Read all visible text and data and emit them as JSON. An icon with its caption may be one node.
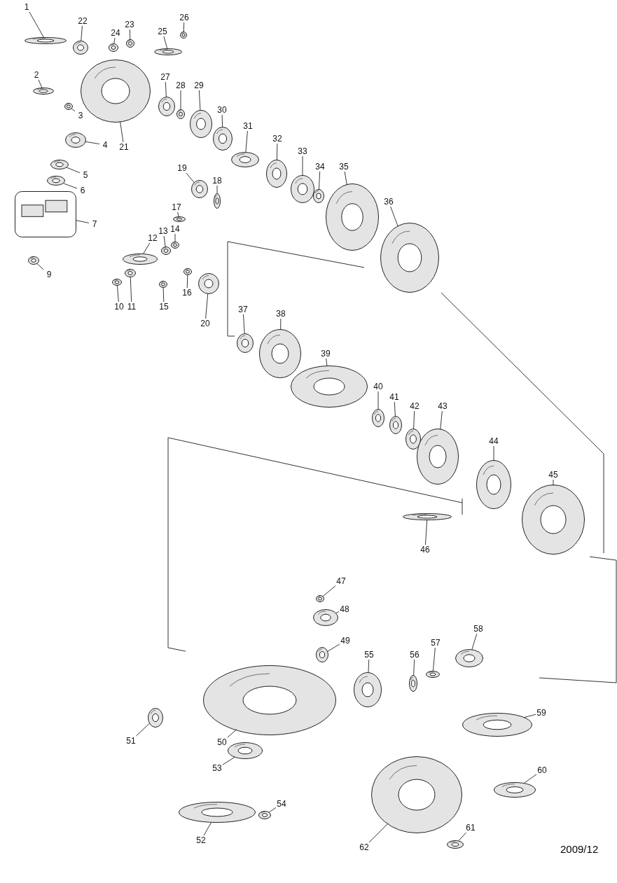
{
  "diagram": {
    "nodes": [
      {
        "text": [
          "1"
        ]
      },
      {
        "text": [],
        "shape": "picture"
      },
      {
        "text": [
          "2"
        ]
      },
      {
        "text": [],
        "shape": "picture"
      },
      {
        "text": [
          "3"
        ]
      },
      {
        "text": [],
        "shape": "picture"
      },
      {
        "text": [
          "4"
        ]
      },
      {
        "text": [],
        "shape": "picture"
      },
      {
        "text": [
          "5"
        ]
      },
      {
        "text": [],
        "shape": "picture"
      },
      {
        "text": [
          "6"
        ]
      },
      {
        "text": [],
        "shape": "picture"
      },
      {
        "text": [
          "7"
        ]
      },
      {
        "text": [],
        "shape": "box"
      },
      {
        "text": [
          "9"
        ]
      },
      {
        "text": [],
        "shape": "picture"
      },
      {
        "text": [
          "10"
        ]
      },
      {
        "text": [],
        "shape": "picture"
      },
      {
        "text": [
          "11"
        ]
      },
      {
        "text": [],
        "shape": "picture"
      },
      {
        "text": [
          "12"
        ]
      },
      {
        "text": [],
        "shape": "picture"
      },
      {
        "text": [
          "13"
        ]
      },
      {
        "text": [],
        "shape": "picture"
      },
      {
        "text": [
          "14"
        ]
      },
      {
        "text": [],
        "shape": "picture"
      },
      {
        "text": [
          "15"
        ]
      },
      {
        "text": [],
        "shape": "picture"
      },
      {
        "text": [
          "16"
        ]
      },
      {
        "text": [],
        "shape": "picture"
      },
      {
        "text": [
          "17"
        ]
      },
      {
        "text": [],
        "shape": "picture"
      },
      {
        "text": [
          "18"
        ]
      },
      {
        "text": [],
        "shape": "picture"
      },
      {
        "text": [
          "19"
        ]
      },
      {
        "text": [],
        "shape": "picture"
      },
      {
        "text": [
          "20"
        ]
      },
      {
        "text": [],
        "shape": "picture"
      },
      {
        "text": [
          "21"
        ]
      },
      {
        "text": [],
        "shape": "picture"
      },
      {
        "text": [
          "22"
        ]
      },
      {
        "text": [],
        "shape": "picture"
      },
      {
        "text": [
          "23"
        ]
      },
      {
        "text": [],
        "shape": "picture"
      },
      {
        "text": [
          "24"
        ]
      },
      {
        "text": [],
        "shape": "picture"
      },
      {
        "text": [
          "25"
        ]
      },
      {
        "text": [],
        "shape": "picture"
      },
      {
        "text": [
          "26"
        ]
      },
      {
        "text": [],
        "shape": "picture"
      },
      {
        "text": [
          "27"
        ]
      },
      {
        "text": [],
        "shape": "picture"
      },
      {
        "text": [
          "28"
        ]
      },
      {
        "text": [],
        "shape": "picture"
      },
      {
        "text": [
          "29"
        ]
      },
      {
        "text": [],
        "shape": "picture"
      },
      {
        "text": [
          "30"
        ]
      },
      {
        "text": [],
        "shape": "picture"
      },
      {
        "text": [
          "31"
        ]
      },
      {
        "text": [],
        "shape": "picture"
      },
      {
        "text": [
          "32"
        ]
      },
      {
        "text": [],
        "shape": "picture"
      },
      {
        "text": [
          "33"
        ]
      },
      {
        "text": [],
        "shape": "picture"
      },
      {
        "text": [
          "34"
        ]
      },
      {
        "text": [],
        "shape": "picture"
      },
      {
        "text": [
          "35"
        ]
      },
      {
        "text": [],
        "shape": "picture"
      },
      {
        "text": [
          "36"
        ]
      },
      {
        "text": [],
        "shape": "picture"
      },
      {
        "text": [
          "37"
        ]
      },
      {
        "text": [],
        "shape": "picture"
      },
      {
        "text": [
          "38"
        ]
      },
      {
        "text": [],
        "shape": "picture"
      },
      {
        "text": [
          "39"
        ]
      },
      {
        "text": [],
        "shape": "picture"
      },
      {
        "text": [
          "40"
        ]
      },
      {
        "text": [],
        "shape": "picture"
      },
      {
        "text": [
          "41"
        ]
      },
      {
        "text": [],
        "shape": "picture"
      },
      {
        "text": [
          "42"
        ]
      },
      {
        "text": [],
        "shape": "picture"
      },
      {
        "text": [
          "43"
        ]
      },
      {
        "text": [],
        "shape": "picture"
      },
      {
        "text": [
          "44"
        ]
      },
      {
        "text": [],
        "shape": "picture"
      },
      {
        "text": [
          "45"
        ]
      },
      {
        "text": [],
        "shape": "picture"
      },
      {
        "text": [
          "46"
        ]
      },
      {
        "text": [],
        "shape": "picture"
      },
      {
        "text": [
          "47"
        ]
      },
      {
        "text": [],
        "shape": "picture"
      },
      {
        "text": [
          "48"
        ]
      },
      {
        "text": [],
        "shape": "picture"
      },
      {
        "text": [
          "49"
        ]
      },
      {
        "text": [],
        "shape": "picture"
      },
      {
        "text": [
          "50"
        ]
      },
      {
        "text": [],
        "shape": "picture"
      },
      {
        "text": [
          "51"
        ]
      },
      {
        "text": [],
        "shape": "picture"
      },
      {
        "text": [
          "52"
        ]
      },
      {
        "text": [],
        "shape": "picture"
      },
      {
        "text": [
          "53"
        ]
      },
      {
        "text": [],
        "shape": "picture"
      },
      {
        "text": [
          "54"
        ]
      },
      {
        "text": [],
        "shape": "picture"
      },
      {
        "text": [
          "55"
        ]
      },
      {
        "text": [],
        "shape": "picture"
      },
      {
        "text": [
          "56"
        ]
      },
      {
        "text": [],
        "shape": "picture"
      },
      {
        "text": [
          "57"
        ]
      },
      {
        "text": [],
        "shape": "picture"
      },
      {
        "text": [
          "58"
        ]
      },
      {
        "text": [],
        "shape": "picture"
      },
      {
        "text": [
          "59"
        ]
      },
      {
        "text": [],
        "shape": "picture"
      },
      {
        "text": [
          "60"
        ]
      },
      {
        "text": [],
        "shape": "picture"
      },
      {
        "text": [
          "61"
        ]
      },
      {
        "text": [],
        "shape": "picture"
      },
      {
        "text": [
          "62"
        ]
      },
      {
        "text": [],
        "shape": "picture"
      }
    ],
    "edges": [
      {
        "from": 0,
        "to": 1,
        "arrow": "none"
      },
      {
        "from": 2,
        "to": 3,
        "arrow": "none"
      },
      {
        "from": 4,
        "to": 5,
        "arrow": "none"
      },
      {
        "from": 6,
        "to": 7,
        "arrow": "none"
      },
      {
        "from": 8,
        "to": 9,
        "arrow": "none"
      },
      {
        "from": 10,
        "to": 11,
        "arrow": "none"
      },
      {
        "from": 12,
        "to": 13,
        "arrow": "none"
      },
      {
        "from": 14,
        "to": 15,
        "arrow": "none"
      },
      {
        "from": 16,
        "to": 17,
        "arrow": "none"
      },
      {
        "from": 18,
        "to": 19,
        "arrow": "none"
      },
      {
        "from": 20,
        "to": 21,
        "arrow": "none"
      },
      {
        "from": 22,
        "to": 23,
        "arrow": "none"
      },
      {
        "from": 24,
        "to": 25,
        "arrow": "none"
      },
      {
        "from": 26,
        "to": 27,
        "arrow": "none"
      },
      {
        "from": 28,
        "to": 29,
        "arrow": "none"
      },
      {
        "from": 30,
        "to": 31,
        "arrow": "none"
      },
      {
        "from": 32,
        "to": 33,
        "arrow": "none"
      },
      {
        "from": 34,
        "to": 35,
        "arrow": "none"
      },
      {
        "from": 36,
        "to": 37,
        "arrow": "none"
      },
      {
        "from": 38,
        "to": 39,
        "arrow": "none"
      },
      {
        "from": 40,
        "to": 41,
        "arrow": "none"
      },
      {
        "from": 42,
        "to": 43,
        "arrow": "none"
      },
      {
        "from": 44,
        "to": 45,
        "arrow": "none"
      },
      {
        "from": 46,
        "to": 47,
        "arrow": "none"
      },
      {
        "from": 48,
        "to": 49,
        "arrow": "none"
      },
      {
        "from": 50,
        "to": 51,
        "arrow": "none"
      },
      {
        "from": 52,
        "to": 53,
        "arrow": "none"
      },
      {
        "from": 54,
        "to": 55,
        "arrow": "none"
      },
      {
        "from": 56,
        "to": 57,
        "arrow": "none"
      },
      {
        "from": 58,
        "to": 59,
        "arrow": "none"
      },
      {
        "from": 60,
        "to": 61,
        "arrow": "none"
      },
      {
        "from": 62,
        "to": 63,
        "arrow": "none"
      },
      {
        "from": 64,
        "to": 65,
        "arrow": "none"
      },
      {
        "from": 66,
        "to": 67,
        "arrow": "none"
      },
      {
        "from": 68,
        "to": 69,
        "arrow": "none"
      },
      {
        "from": 70,
        "to": 71,
        "arrow": "none"
      },
      {
        "from": 72,
        "to": 73,
        "arrow": "none"
      },
      {
        "from": 74,
        "to": 75,
        "arrow": "none"
      },
      {
        "from": 76,
        "to": 77,
        "arrow": "none"
      },
      {
        "from": 78,
        "to": 79,
        "arrow": "none"
      },
      {
        "from": 80,
        "to": 81,
        "arrow": "none"
      },
      {
        "from": 82,
        "to": 83,
        "arrow": "none"
      },
      {
        "from": 84,
        "to": 85,
        "arrow": "none"
      },
      {
        "from": 86,
        "to": 87,
        "arrow": "none"
      },
      {
        "from": 88,
        "to": 89,
        "arrow": "none"
      },
      {
        "from": 90,
        "to": 91,
        "arrow": "none"
      },
      {
        "from": 92,
        "to": 93,
        "arrow": "none"
      },
      {
        "from": 94,
        "to": 95,
        "arrow": "none"
      },
      {
        "from": 96,
        "to": 97,
        "arrow": "none"
      },
      {
        "from": 98,
        "to": 99,
        "arrow": "none"
      },
      {
        "from": 100,
        "to": 101,
        "arrow": "none"
      },
      {
        "from": 102,
        "to": 103,
        "arrow": "none"
      },
      {
        "from": 104,
        "to": 105,
        "arrow": "none"
      },
      {
        "from": 106,
        "to": 107,
        "arrow": "none"
      },
      {
        "from": 108,
        "to": 109,
        "arrow": "none"
      },
      {
        "from": 110,
        "to": 111,
        "arrow": "none"
      },
      {
        "from": 112,
        "to": 113,
        "arrow": "none"
      },
      {
        "from": 114,
        "to": 115,
        "arrow": "none"
      },
      {
        "from": 116,
        "to": 117,
        "arrow": "none"
      },
      {
        "from": 118,
        "to": 119,
        "arrow": "none"
      },
      {
        "from": 120,
        "to": 121,
        "arrow": "none"
      }
    ],
    "labels": [
      "2009/12"
    ]
  }
}
